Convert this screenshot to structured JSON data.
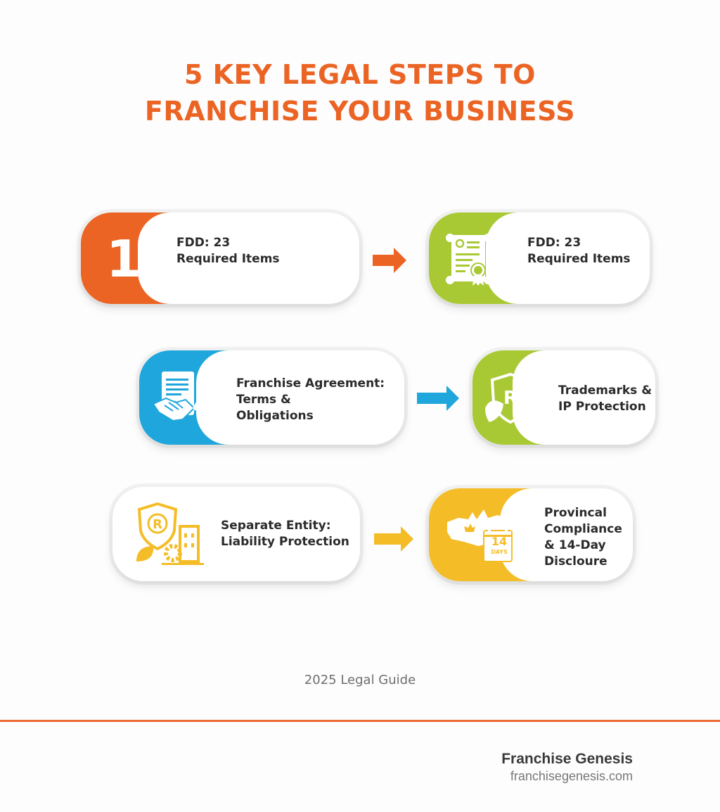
{
  "title": {
    "line1": "5 KEY LEGAL STEPS TO",
    "line2": "FRANCHISE YOUR BUSINESS"
  },
  "colors": {
    "orange": "#eb6424",
    "green": "#a9c934",
    "blue": "#1fa6dc",
    "yellow": "#f4bd28",
    "text": "#2b2b2b"
  },
  "steps": [
    {
      "badge": "1",
      "line1": "FDD: 23",
      "line2": "Required Items",
      "color": "#eb6424",
      "icon": "number-badge"
    },
    {
      "line1": "FDD: 23",
      "line2": "Required Items",
      "color": "#a9c934",
      "icon": "certificate-scroll-icon"
    },
    {
      "line1": "Franchise Agreement:",
      "line2": "Terms &",
      "line3": "Obligations",
      "color": "#1fa6dc",
      "icon": "handshake-contract-icon"
    },
    {
      "line1": "Trademarks &",
      "line2": "IP Protection",
      "color": "#a9c934",
      "icon": "trademark-shield-icon"
    },
    {
      "line1": "Separate Entity:",
      "line2": "Liability Protection",
      "color": "#f4bd28",
      "icon": "shield-building-icon"
    },
    {
      "line1": "Provincal",
      "line2": "Compliance",
      "line3": "& 14-Day",
      "line4": "Discloure",
      "color": "#f4bd28",
      "icon": "canada-calendar-icon",
      "calendar_number": "14",
      "calendar_label": "DAYS"
    }
  ],
  "arrows": [
    {
      "color": "#eb6424",
      "icon": "arrow-right-icon"
    },
    {
      "color": "#1fa6dc",
      "icon": "arrow-right-icon"
    },
    {
      "color": "#f4bd28",
      "icon": "arrow-right-icon"
    }
  ],
  "footer": {
    "subtitle": "2025 Legal Guide",
    "brand_name": "Franchise Genesis",
    "brand_url": "franchisegenesis.com"
  }
}
